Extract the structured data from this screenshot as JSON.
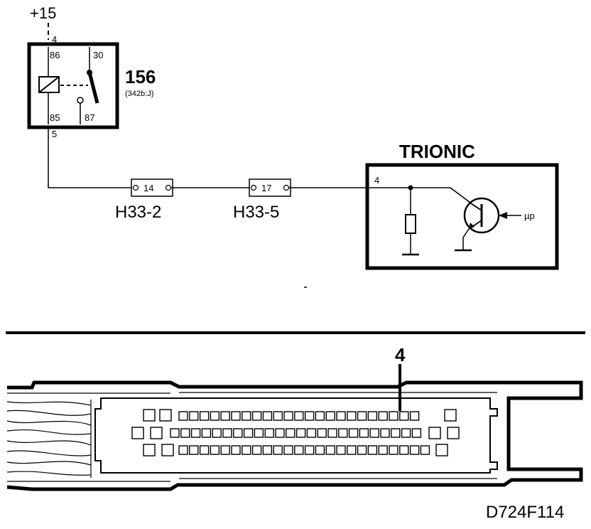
{
  "supply": {
    "label": "+15"
  },
  "relay": {
    "id": "156",
    "ref": "(342b:J)",
    "pins": {
      "p86": "86",
      "p30": "30",
      "p85": "85",
      "p87": "87"
    },
    "top_wire_pin": "4",
    "bottom_wire_pin": "5"
  },
  "connectors": [
    {
      "pin": "14",
      "name": "H33-2"
    },
    {
      "pin": "17",
      "name": "H33-5"
    }
  ],
  "ecu": {
    "title": "TRIONIC",
    "pin": "4",
    "mp_label": "µp"
  },
  "connector_view": {
    "highlight_pin": "4"
  },
  "figure_code": "D724F114"
}
